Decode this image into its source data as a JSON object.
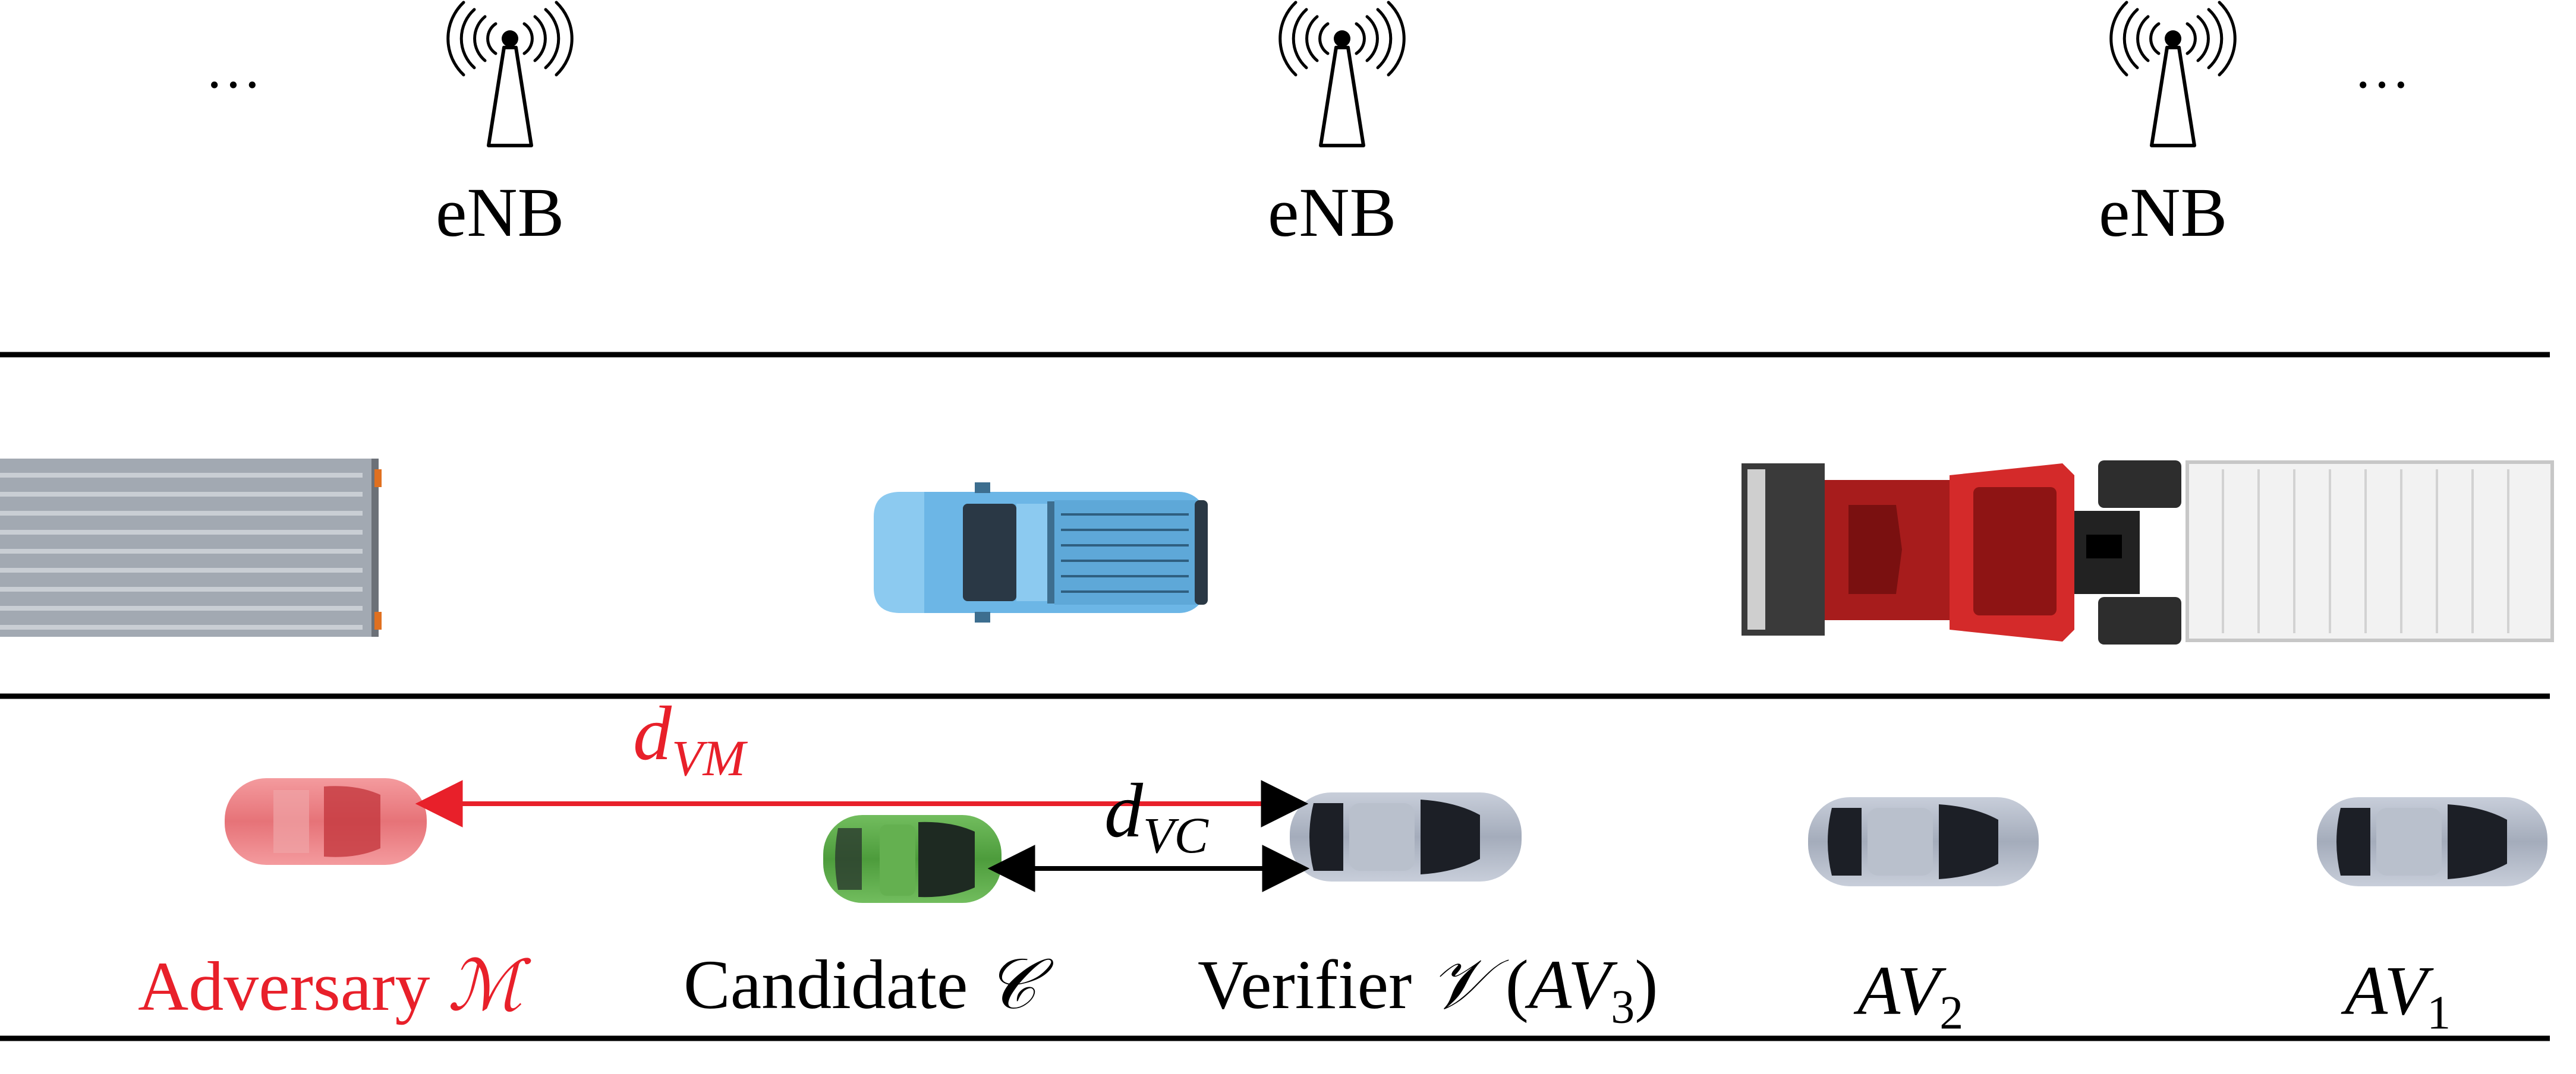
{
  "ellipsis": "…",
  "enb_label": "eNB",
  "distances": {
    "d_vm": {
      "base": "d",
      "sub": "VM"
    },
    "d_vc": {
      "base": "d",
      "sub": "VC"
    }
  },
  "labels": {
    "adversary": {
      "word": "Adversary",
      "symbol": "ℳ"
    },
    "candidate": {
      "word": "Candidate",
      "symbol": "𝒞"
    },
    "verifier": {
      "word": "Verifier",
      "symbol": "𝒱",
      "paren_open": "(",
      "av": "AV",
      "av_sub": "3",
      "paren_close": ")"
    },
    "av2": {
      "base": "AV",
      "sub": "2"
    },
    "av1": {
      "base": "AV",
      "sub": "1"
    }
  },
  "colors": {
    "adversary": "#e8202a",
    "candidate": "#5aa84a",
    "verifier": "#a8b0be",
    "truck_blue": "#6cb6e6",
    "trailer_gray": "#9fa6ae",
    "semi_red": "#d42a2a",
    "lane_line": "#000000"
  }
}
